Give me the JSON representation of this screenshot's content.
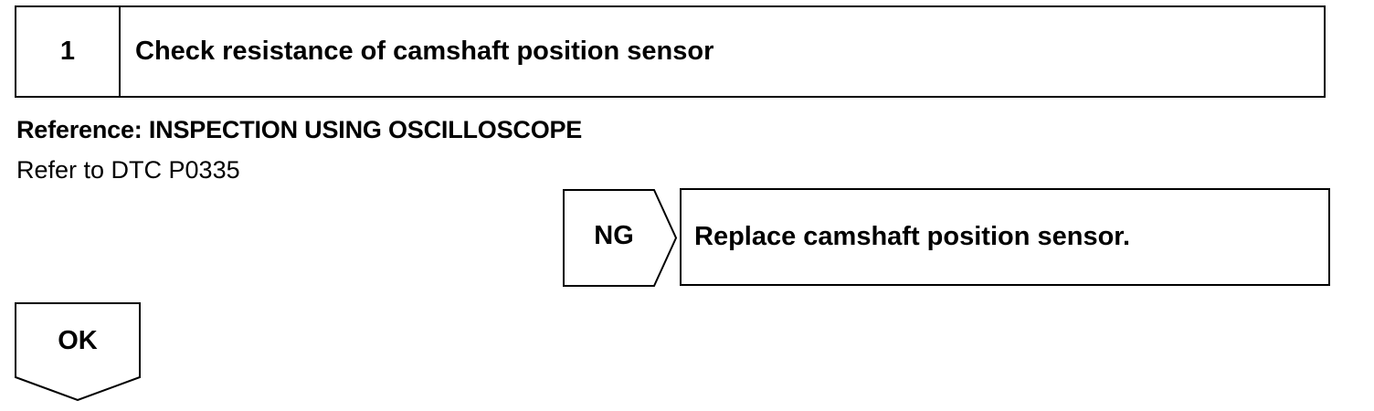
{
  "step": {
    "number": "1",
    "title": "Check resistance of camshaft position sensor"
  },
  "reference": {
    "heading": "Reference: INSPECTION USING OSCILLOSCOPE",
    "note": "Refer to DTC P0335"
  },
  "ng_branch": {
    "label": "NG",
    "action": "Replace camshaft position sensor."
  },
  "ok_branch": {
    "label": "OK"
  }
}
